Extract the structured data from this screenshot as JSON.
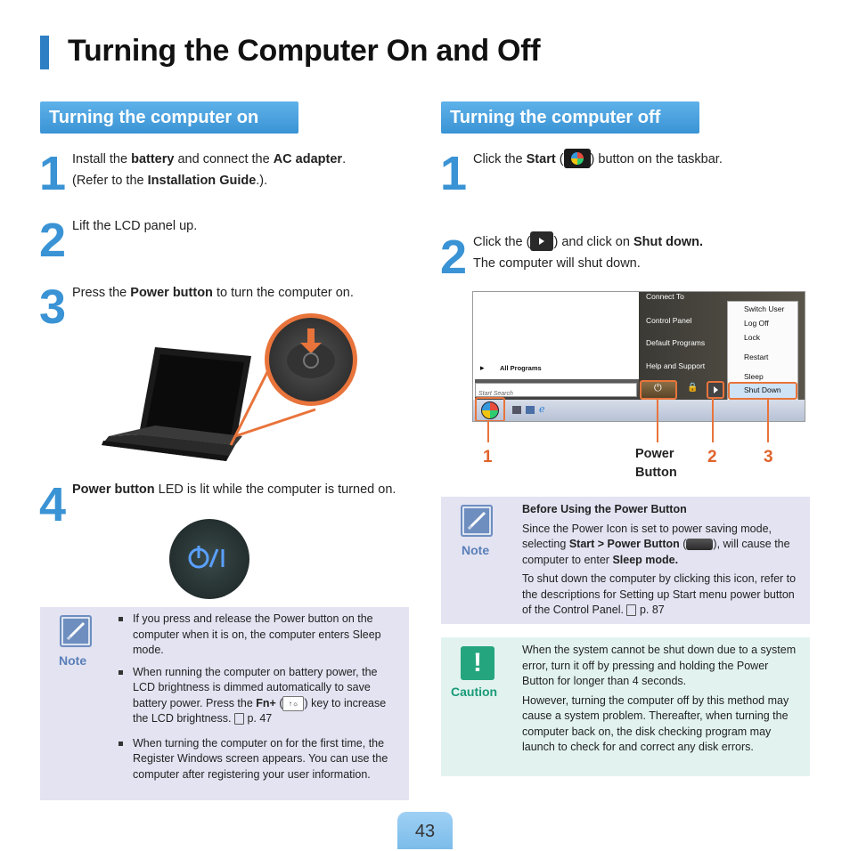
{
  "page_title": "Turning the Computer On and Off",
  "left": {
    "section_title": "Turning the computer on",
    "steps": [
      {
        "num": "1",
        "parts": [
          "Install the ",
          "battery",
          " and connect the ",
          "AC adapter",
          ".",
          "(Refer to the ",
          "Installation Guide",
          ".)."
        ]
      },
      {
        "num": "2",
        "text": "Lift the LCD panel up."
      },
      {
        "num": "3",
        "parts": [
          "Press the ",
          "Power button",
          " to turn the computer on."
        ]
      },
      {
        "num": "4",
        "parts": [
          "Power button",
          " LED is lit while the computer is turned on."
        ]
      }
    ],
    "note": {
      "label": "Note",
      "bullets": [
        "If you press and release the Power button on the computer when it is on, the computer enters Sleep mode.",
        {
          "before": "When running the computer on battery power, the LCD brightness is dimmed automatically to save battery power. Press the ",
          "bold": "Fn+",
          "mid": " (",
          "after": ") key to increase the LCD brightness.",
          "ref": "p. 47"
        },
        "When turning the computer on for the first time, the Register Windows screen appears. You can use the computer after registering your user information."
      ]
    }
  },
  "right": {
    "section_title": "Turning the computer off",
    "steps": [
      {
        "num": "1",
        "parts": [
          "Click the ",
          "Start",
          " (",
          ") button on the taskbar."
        ]
      },
      {
        "num": "2",
        "parts": [
          "Click the (",
          ") and click on ",
          "Shut down.",
          "The computer will shut down."
        ]
      }
    ],
    "screenshot": {
      "menu_items": [
        "Connect To",
        "Control Panel",
        "Default Programs",
        "Help and Support"
      ],
      "submenu_items": [
        "Switch User",
        "Log Off",
        "Lock",
        "Restart",
        "Sleep",
        "Shut Down"
      ],
      "all_programs": "All Programs",
      "search_placeholder": "Start Search"
    },
    "callouts": {
      "one": "1",
      "power": "Power",
      "button": "Button",
      "two": "2",
      "three": "3"
    },
    "note": {
      "label": "Note",
      "heading": "Before Using the Power Button",
      "p1_a": "Since the Power Icon is set to power saving mode, selecting ",
      "p1_b": "Start > Power Button",
      "p1_c": " (",
      "p1_d": "), will cause the computer to enter ",
      "p1_e": "Sleep mode.",
      "p2": "To shut down the computer by clicking this icon, refer to the descriptions for Setting up Start menu power button of the Control Panel.",
      "p2_ref": "p. 87"
    },
    "caution": {
      "label": "Caution",
      "p1": "When the system cannot be shut down due to a system error, turn it off by pressing and holding the Power Button for longer than 4 seconds.",
      "p2": "However, turning the computer off by this method may cause a system problem. Thereafter, when turning the computer back on, the disk checking program may launch to check for and correct any disk errors."
    }
  },
  "page_number": "43",
  "colors": {
    "accent": "#3a93d4",
    "callout": "#e0632c",
    "note_bg": "#e3e3f2",
    "caution_bg": "#e2f3ef"
  }
}
